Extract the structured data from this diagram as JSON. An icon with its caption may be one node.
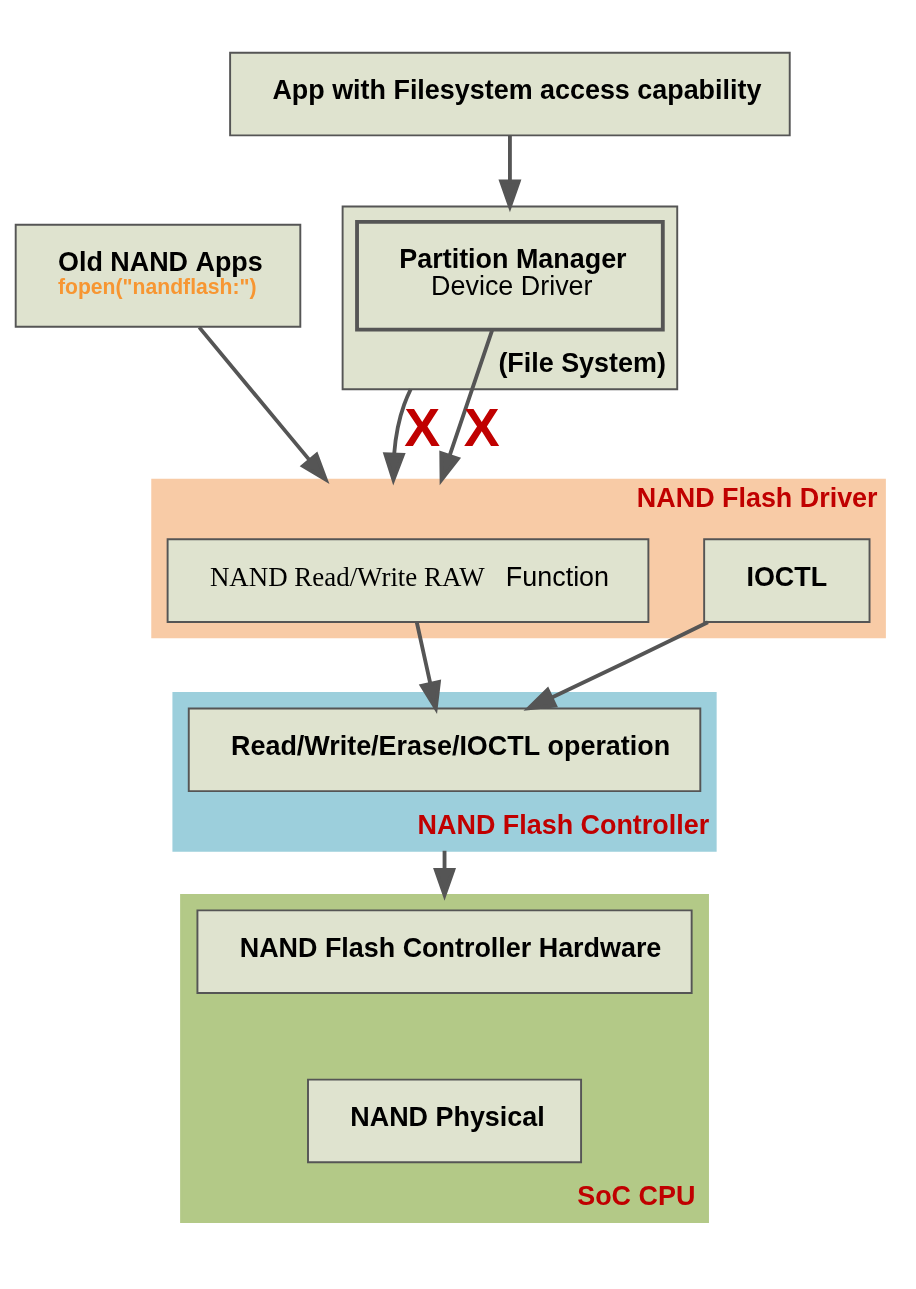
{
  "diagram": {
    "nodes": [
      {
        "text": [
          "Old NAND Apps",
          "fopen(\"nandflash:\")"
        ]
      },
      {
        "text": [
          "App with Filesystem access capability"
        ]
      },
      {
        "text": [
          "(File System)"
        ]
      },
      {
        "text": [
          "Partition Manager",
          "Device Driver"
        ],
        "in": 2
      },
      {
        "text": [
          "NAND Flash Driver"
        ]
      },
      {
        "text": [
          "**NAND Read/Write RAW** Function"
        ],
        "in": 4
      },
      {
        "text": [
          "IOCTL"
        ],
        "in": 4
      },
      {
        "text": [
          "NAND Flash Controller"
        ]
      },
      {
        "text": [
          "Read/Write/Erase/IOCTL operation"
        ],
        "in": 7
      },
      {
        "text": [
          "SoC CPU"
        ]
      },
      {
        "text": [
          "NAND Flash Controller Hardware"
        ],
        "in": 9
      },
      {
        "text": [
          "NAND Physical"
        ],
        "in": 9
      }
    ],
    "edges": [
      {
        "from": 1,
        "to": 2,
        "arrow": "to"
      },
      {
        "from": 0,
        "to": 4,
        "arrow": "to"
      },
      {
        "from": 2,
        "to": 4,
        "arrow": "to",
        "label": "X"
      },
      {
        "from": 3,
        "to": 4,
        "arrow": "to",
        "label": "X"
      },
      {
        "from": 5,
        "to": 8,
        "arrow": "to"
      },
      {
        "from": 6,
        "to": 8,
        "arrow": "to"
      },
      {
        "from": 7,
        "to": 9,
        "arrow": "to"
      }
    ]
  }
}
